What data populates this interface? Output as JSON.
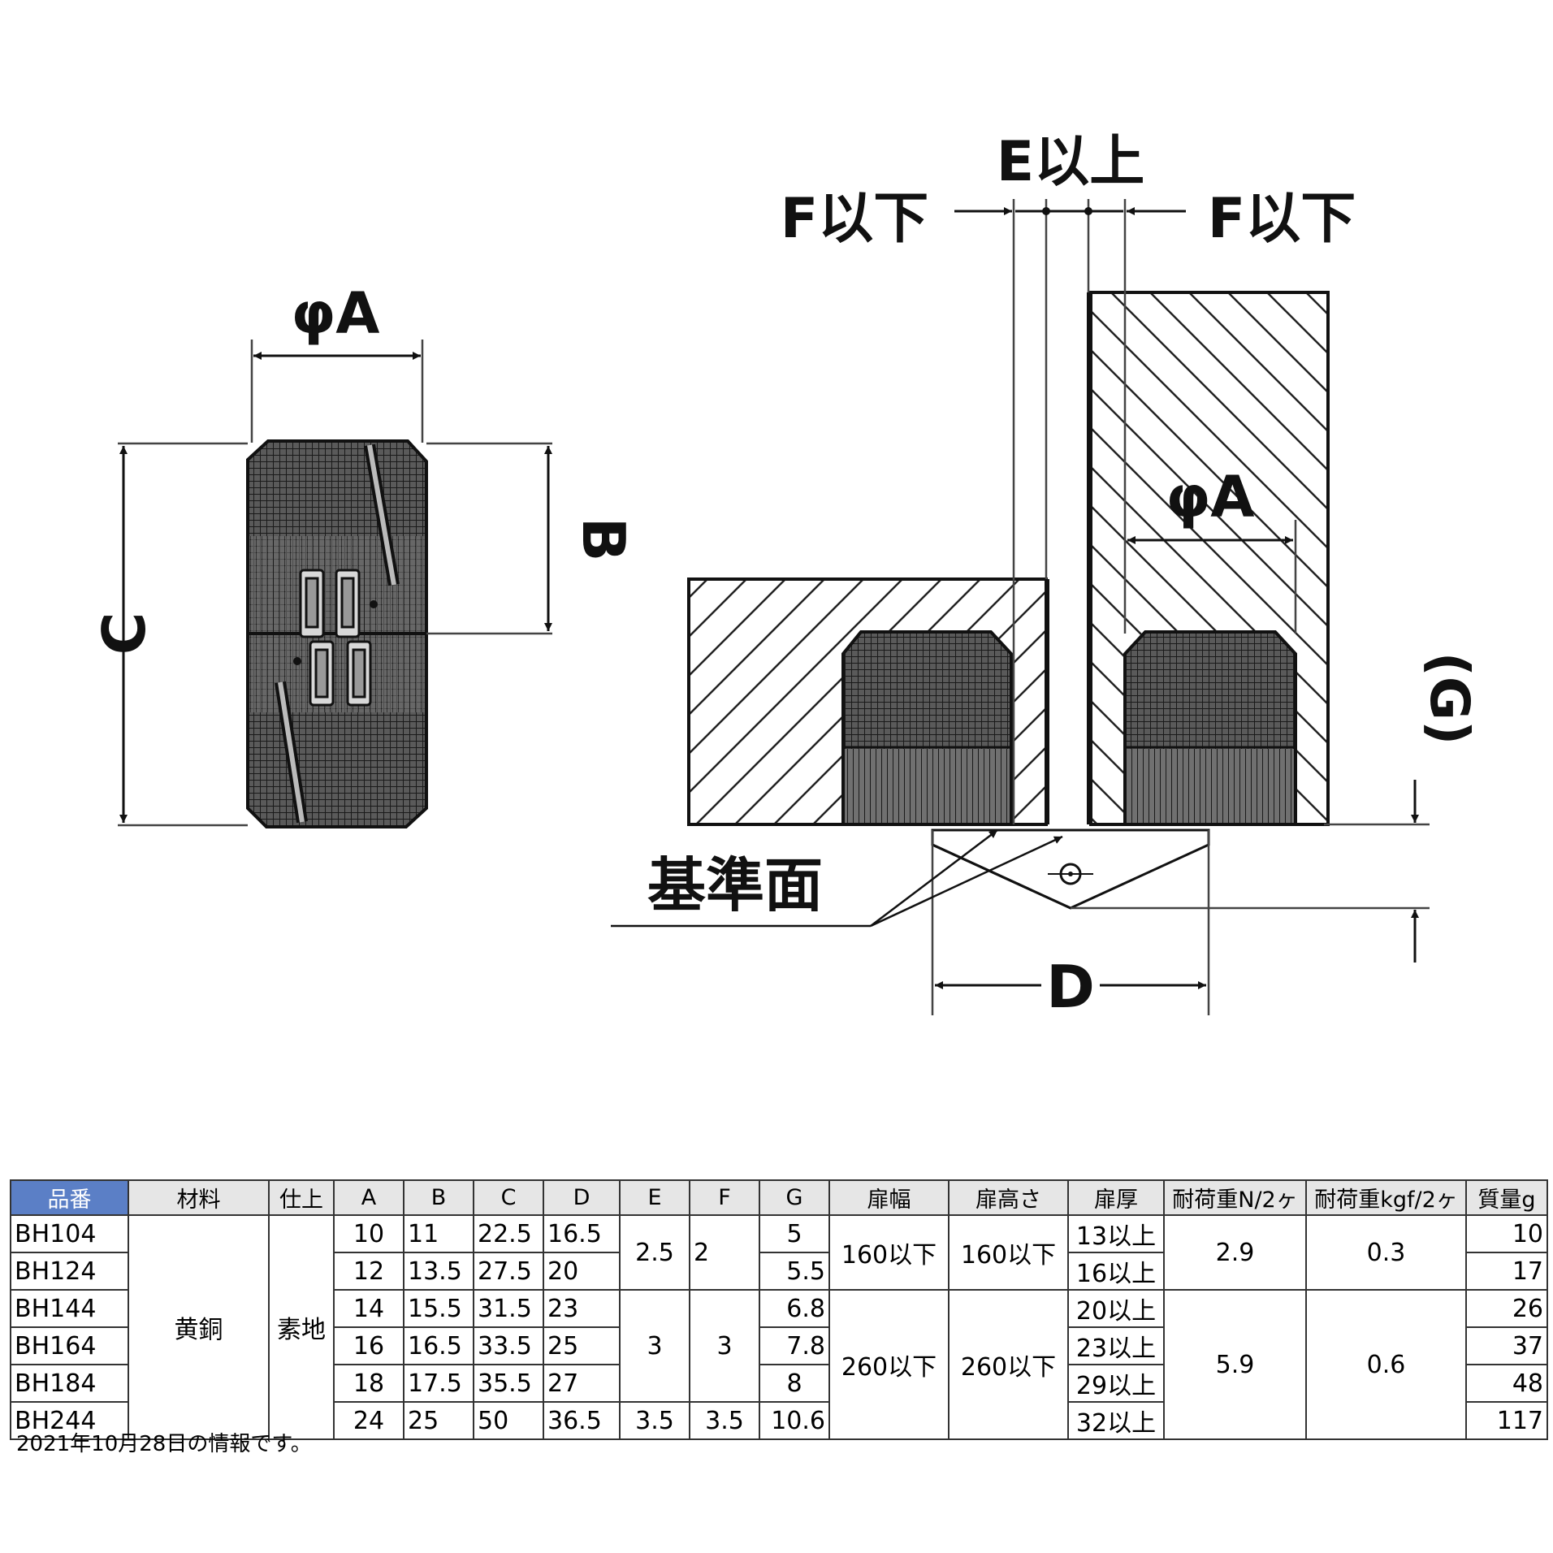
{
  "drawing": {
    "left_labels": {
      "phiA": "φA",
      "B": "B",
      "C": "C"
    },
    "right_labels": {
      "E": "E以上",
      "F_left": "F以下",
      "F_right": "F以下",
      "phiA": "φA",
      "G": "(G)",
      "D": "D",
      "reference": "基準面"
    }
  },
  "table": {
    "headers": [
      "品番",
      "材料",
      "仕上",
      "A",
      "B",
      "C",
      "D",
      "E",
      "F",
      "G",
      "扉幅",
      "扉高さ",
      "扉厚",
      "耐荷重N/2ヶ",
      "耐荷重kgf/2ヶ",
      "質量g"
    ],
    "rows": [
      {
        "model": "BH104",
        "A": "10",
        "B": "11",
        "C": "22.5",
        "D": "16.5",
        "G": "5",
        "thickness": "13以上",
        "mass": "10"
      },
      {
        "model": "BH124",
        "A": "12",
        "B": "13.5",
        "C": "27.5",
        "D": "20",
        "G": "5.5",
        "thickness": "16以上",
        "mass": "17"
      },
      {
        "model": "BH144",
        "A": "14",
        "B": "15.5",
        "C": "31.5",
        "D": "23",
        "G": "6.8",
        "thickness": "20以上",
        "mass": "26"
      },
      {
        "model": "BH164",
        "A": "16",
        "B": "16.5",
        "C": "33.5",
        "D": "25",
        "G": "7.8",
        "thickness": "23以上",
        "mass": "37"
      },
      {
        "model": "BH184",
        "A": "18",
        "B": "17.5",
        "C": "35.5",
        "D": "27",
        "G": "8",
        "thickness": "29以上",
        "mass": "48"
      },
      {
        "model": "BH244",
        "A": "24",
        "B": "25",
        "C": "50",
        "D": "36.5",
        "G": "10.6",
        "thickness": "32以上",
        "mass": "117"
      }
    ],
    "merged": {
      "material": "黄銅",
      "finish": "素地",
      "E_small": "2.5",
      "E_mid": "3",
      "E_large": "3.5",
      "F_small": "2",
      "F_mid": "3",
      "F_large": "3.5",
      "width_small": "160以下",
      "width_large": "260以下",
      "height_small": "160以下",
      "height_large": "260以下",
      "load_n_small": "2.9",
      "load_n_large": "5.9",
      "load_kgf_small": "0.3",
      "load_kgf_large": "0.6"
    }
  },
  "note": "2021年10月28日の情報です。"
}
